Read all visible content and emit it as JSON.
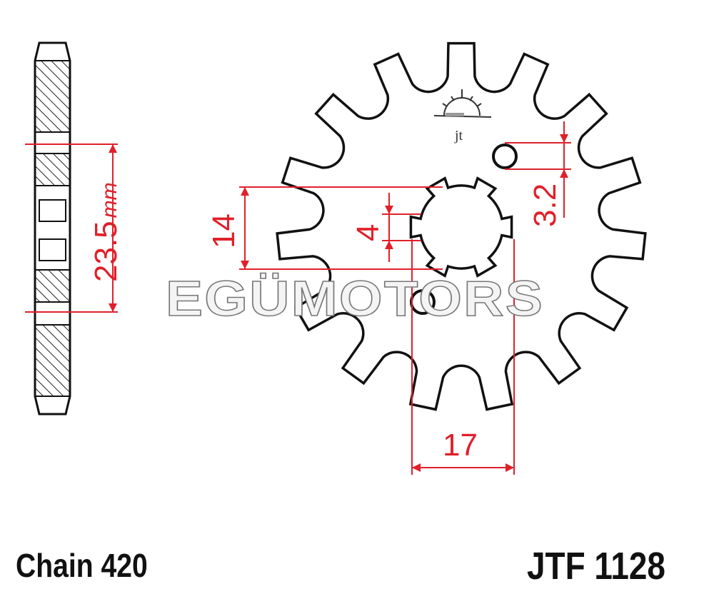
{
  "diagram": {
    "title": "JTF 1128",
    "chain": "Chain 420",
    "teeth": 15,
    "watermark": "EGÜMOTORS",
    "logo": "jt",
    "dimensions": {
      "pcd": "23.5",
      "pcd_unit": "mm",
      "spline_outer": "14",
      "spline_inner": "4",
      "hole": "3.2",
      "width": "17"
    },
    "colors": {
      "dimension": "#e0202a",
      "outline": "#111111"
    }
  }
}
